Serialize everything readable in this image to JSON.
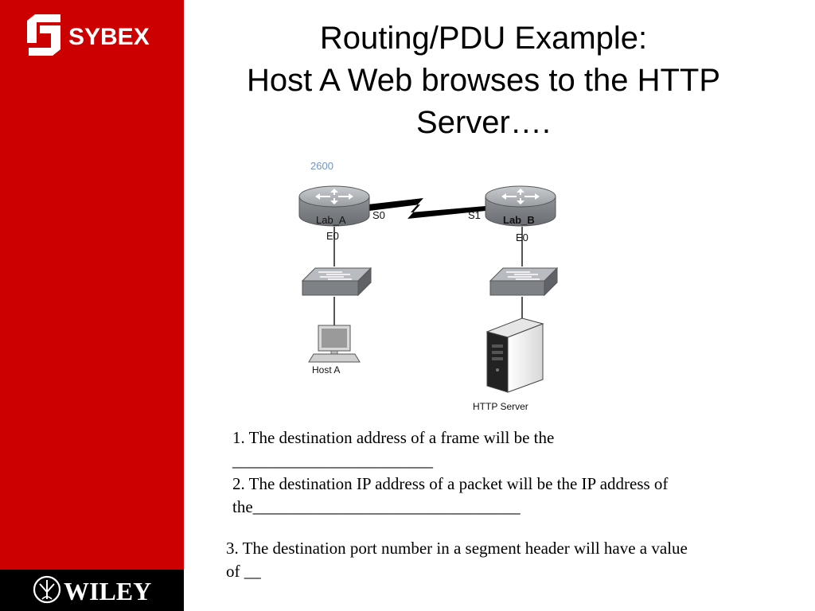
{
  "branding": {
    "top_logo_text": "SYBEX",
    "bottom_logo_text": "WILEY"
  },
  "title": {
    "line1": "Routing/PDU Example:",
    "line2": "Host A Web browses to the HTTP",
    "line3": "Server…."
  },
  "diagram": {
    "model_label": "2600",
    "router_a_label": "Lab_A",
    "router_b_label": "Lab_B",
    "serial_a_label": "S0",
    "serial_b_label": "S1",
    "eth_a_label": "E0",
    "eth_b_label": "E0",
    "host_label": "Host A",
    "server_label": "HTTP Server"
  },
  "questions": {
    "q1_line1": "1. The destination address of a frame will be the",
    "q1_blank": "________________________",
    "q2_line1": "2. The destination IP address of a packet will be the IP address of",
    "q2_prefix": "the",
    "q2_blank": "________________________________",
    "q3_line1": "3. The destination port number in a segment header will have a value",
    "q3_prefix": "of",
    "q3_blank": "__"
  },
  "colors": {
    "sidebar_red": "#cc0000",
    "footer_black": "#000000",
    "device_gray": "#8a8d90",
    "label_blue": "#6f96c7"
  }
}
